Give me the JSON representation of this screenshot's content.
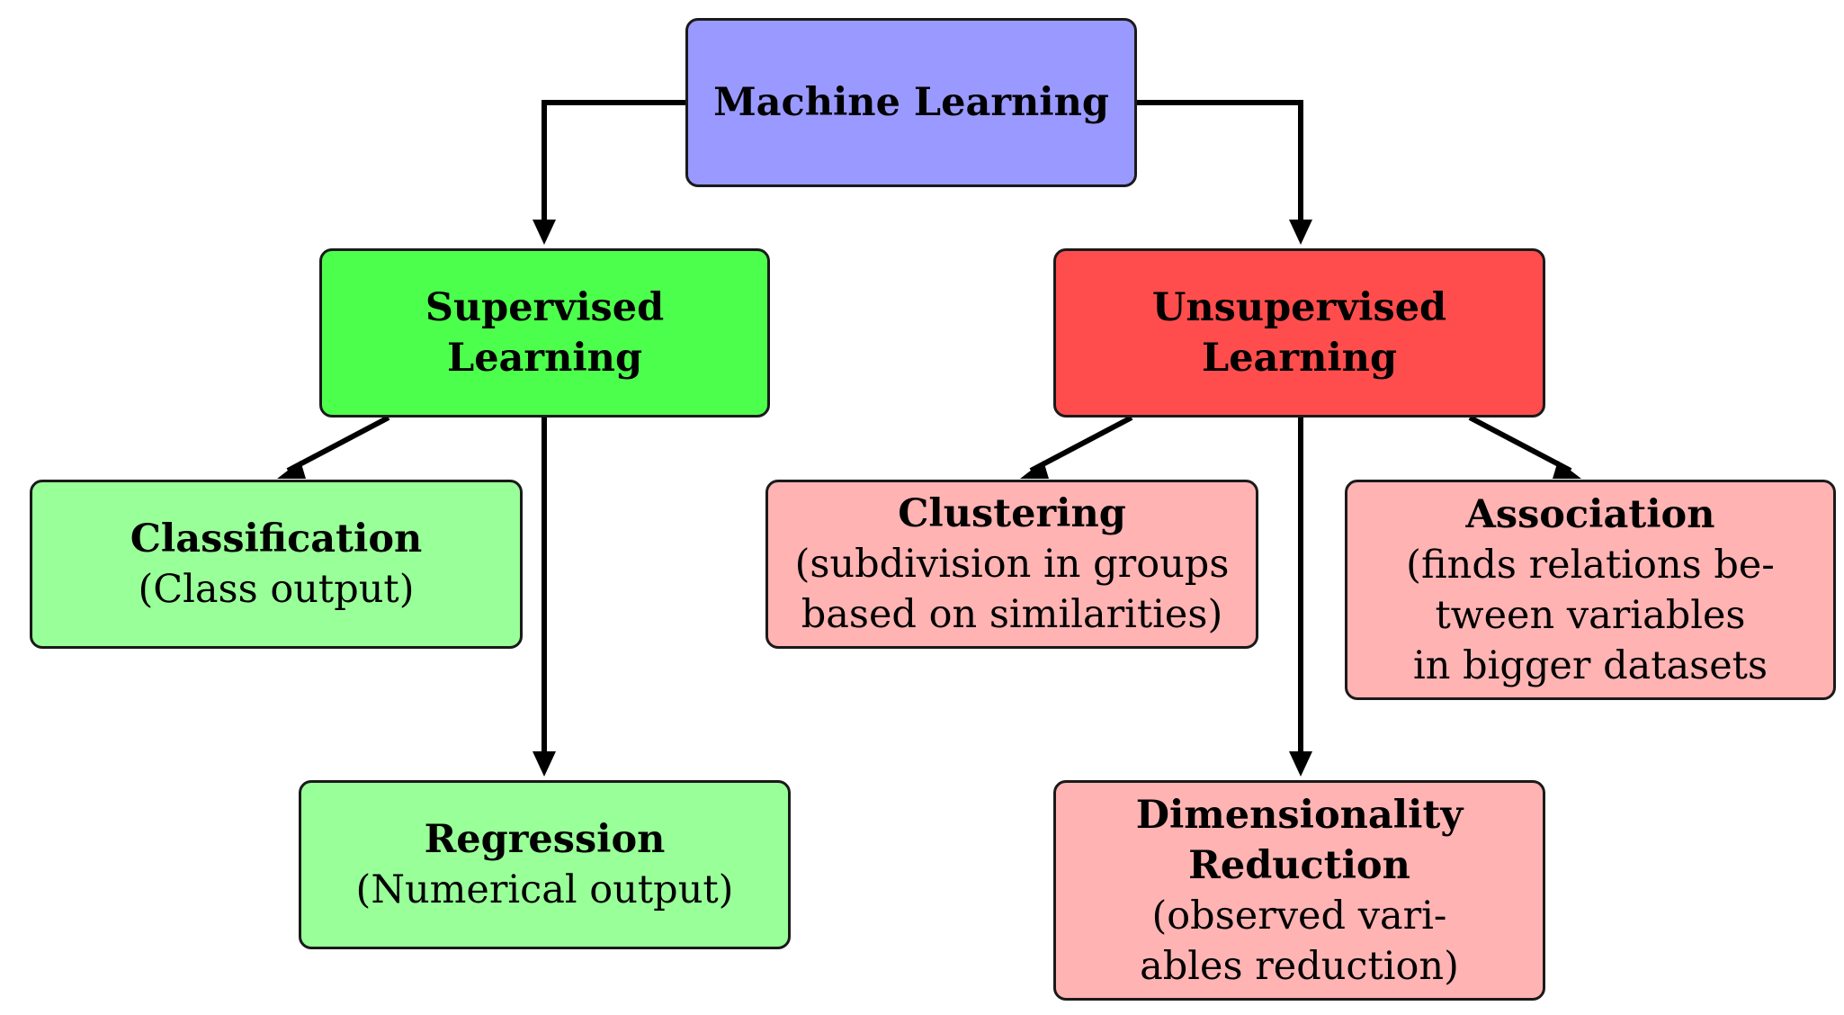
{
  "colors": {
    "root": "#9999ff",
    "supervised": "#4dff4d",
    "supervised_child": "#99ff99",
    "unsupervised": "#ff4d4d",
    "unsupervised_child": "#ffb3b3",
    "stroke": "#000000"
  },
  "nodes": {
    "root": {
      "title": "Machine Learning"
    },
    "supervised": {
      "title": "Supervised Learning"
    },
    "unsupervised": {
      "title": "Unsupervised Learning"
    },
    "classification": {
      "title": "Classification",
      "desc": "(Class output)"
    },
    "regression": {
      "title": "Regression",
      "desc": "(Numerical output)"
    },
    "clustering": {
      "title": "Clustering",
      "desc": "(subdivision in groups\nbased on similarities)"
    },
    "association": {
      "title": "Association",
      "desc": "(finds relations be-\ntween variables\nin bigger datasets"
    },
    "dimensionality": {
      "title": "Dimensionality\nReduction",
      "desc": "(observed vari-\nables reduction)"
    }
  }
}
